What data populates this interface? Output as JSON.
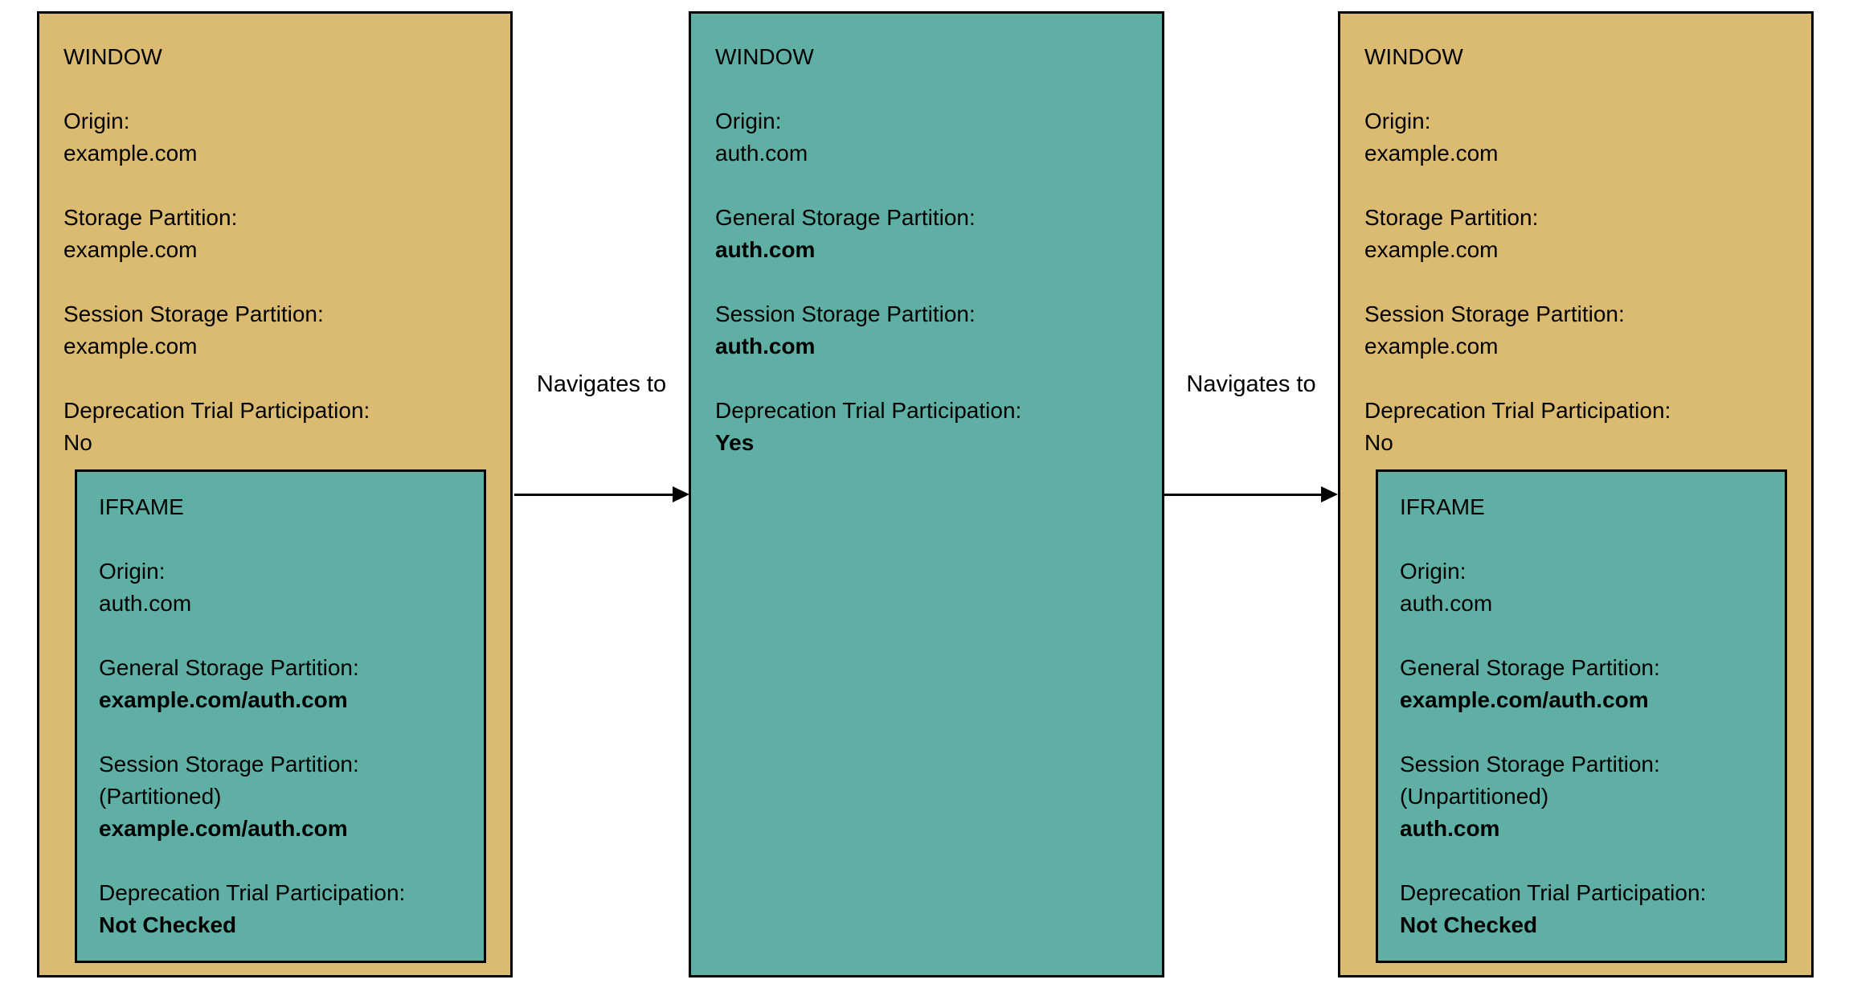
{
  "diagram": {
    "description": "Storage partitioning navigation diagram",
    "colors": {
      "window_tan": "#DBBB71",
      "iframe_teal": "#5FAFA5",
      "border": "#000000",
      "background": "#FFFFFF",
      "text": "#000000"
    },
    "arrows": [
      {
        "label": "Navigates to"
      },
      {
        "label": "Navigates to"
      }
    ],
    "nodes": [
      {
        "title": "WINDOW",
        "variant": "tan",
        "fields": [
          {
            "label": "Origin:",
            "value": "example.com"
          },
          {
            "label": "Storage Partition:",
            "value": "example.com"
          },
          {
            "label": "Session Storage Partition:",
            "value": "example.com"
          },
          {
            "label": "Deprecation Trial Participation:",
            "value": "No"
          }
        ],
        "iframe": {
          "title": "IFRAME",
          "fields": [
            {
              "label": "Origin:",
              "value": "auth.com"
            },
            {
              "label": "General Storage Partition:",
              "value": "example.com/auth.com"
            },
            {
              "label": "Session Storage Partition:",
              "note": "(Partitioned)",
              "value": "example.com/auth.com"
            },
            {
              "label": "Deprecation Trial Participation:",
              "value": "Not Checked"
            }
          ]
        }
      },
      {
        "title": "WINDOW",
        "variant": "teal",
        "fields": [
          {
            "label": "Origin:",
            "value": "auth.com"
          },
          {
            "label": "General Storage Partition:",
            "value": "auth.com"
          },
          {
            "label": "Session Storage Partition:",
            "value": "auth.com"
          },
          {
            "label": "Deprecation Trial Participation:",
            "value": "Yes"
          }
        ]
      },
      {
        "title": "WINDOW",
        "variant": "tan",
        "fields": [
          {
            "label": "Origin:",
            "value": "example.com"
          },
          {
            "label": "Storage Partition:",
            "value": "example.com"
          },
          {
            "label": "Session Storage Partition:",
            "value": "example.com"
          },
          {
            "label": "Deprecation Trial Participation:",
            "value": "No"
          }
        ],
        "iframe": {
          "title": "IFRAME",
          "fields": [
            {
              "label": "Origin:",
              "value": "auth.com"
            },
            {
              "label": "General Storage Partition:",
              "value": "example.com/auth.com"
            },
            {
              "label": "Session Storage Partition:",
              "note": "(Unpartitioned)",
              "value": "auth.com"
            },
            {
              "label": "Deprecation Trial Participation:",
              "value": "Not Checked"
            }
          ]
        }
      }
    ]
  }
}
